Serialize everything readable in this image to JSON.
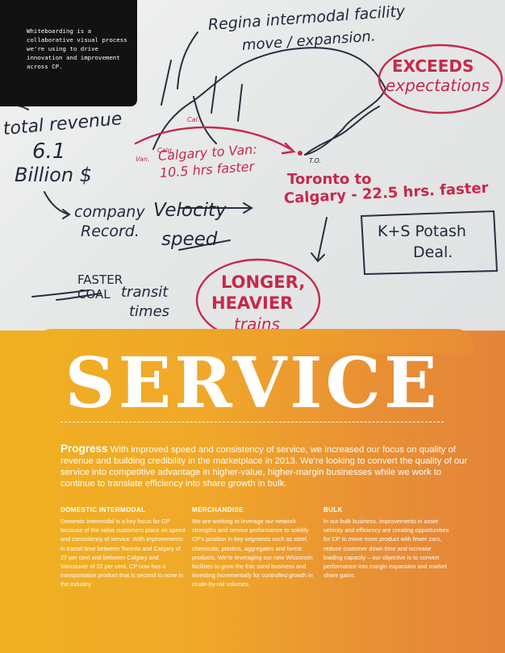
{
  "caption": "Whiteboarding is a collaborative visual process we're using to drive innovation and improvement across CP.",
  "whiteboard": {
    "regina": "Regina intermodal facility",
    "move": "move / expansion.",
    "exceeds": "EXCEEDS",
    "expectations": "expectations",
    "total_revenue": "total revenue",
    "amount": "6.1",
    "billion": "Billion $",
    "cal": "Cal.",
    "calg": "Calg.",
    "van": "Van.",
    "calgary_van_1": "Calgary to Van:",
    "calgary_van_2": "10.5 hrs faster",
    "to": "T.O.",
    "toronto_1": "Toronto to",
    "toronto_2": "Calgary - 22.5 hrs. faster",
    "company": "company",
    "record": "Record.",
    "velocity": "Velocity",
    "speed": "speed",
    "ks_1": "K+S Potash",
    "ks_2": "Deal.",
    "faster": "FASTER",
    "coal": "COAL",
    "transit": "transit",
    "times": "times",
    "longer": "LONGER,",
    "heavier": "HEAVIER",
    "trains": "trains"
  },
  "title": "SERVICE",
  "intro": {
    "lead": "Progress",
    "text": "With improved speed and consistency of service, we increased our focus on quality of revenue and building credibility in the marketplace in 2013. We're looking to convert the quality of our service into competitive advantage in higher-value, higher-margin businesses while we work to continue to translate efficiency into share growth in bulk."
  },
  "columns": [
    {
      "heading": "DOMESTIC INTERMODAL",
      "body": "Domestic intermodal is a key focus for CP because of the value customers place on speed and consistency of service. With improvements in transit time between Toronto and Calgary of 27 per cent and between Calgary and Vancouver of 22 per cent, CP now has a transportation product that is second to none in the industry."
    },
    {
      "heading": "MERCHANDISE",
      "body": "We are working to leverage our network strengths and service performance to solidify CP's position in key segments such as steel, chemicals, plastics, aggregates and forest products. We're leveraging our new Wisconsin facilities to grow the frac sand business and investing incrementally for controlled growth in crude-by-rail volumes."
    },
    {
      "heading": "BULK",
      "body": "In our bulk business, improvements in asset velocity and efficiency are creating opportunities for CP to move more product with fewer cars, reduce customer down time and increase loading capacity – our objective is to convert performance into margin expansion and market share gains."
    }
  ]
}
